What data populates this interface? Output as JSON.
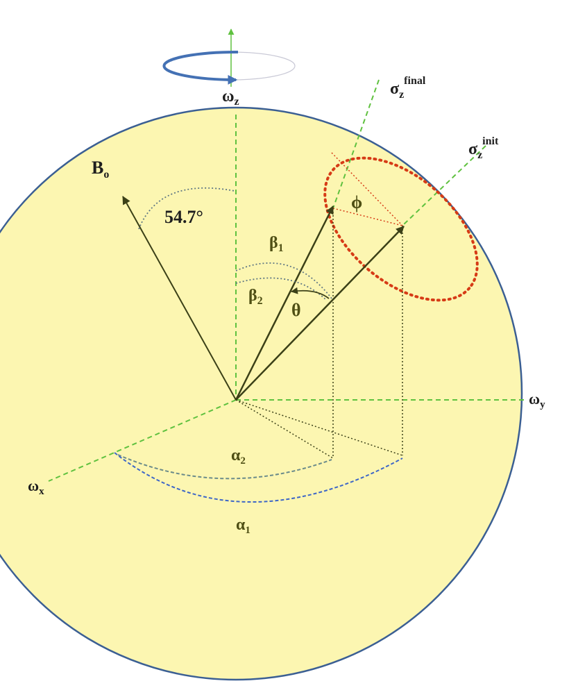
{
  "colors": {
    "sphere_fill": "#fcf6b1",
    "sphere_stroke": "#3b5f93",
    "axis_dash": "#5fc13f",
    "vector": "#3b4017",
    "cone_ellipse": "#d63b16",
    "rotation_arrow": "#4471b4",
    "arc_dotted": "#5f7783",
    "alpha2_arc": "#6b8b8a",
    "alpha1_arc": "#3d66c7"
  },
  "labels": {
    "omega_z": "ω",
    "omega_z_sub": "z",
    "omega_y": "ω",
    "omega_y_sub": "y",
    "omega_x": "ω",
    "omega_x_sub": "x",
    "b0": "B",
    "b0_sub": "o",
    "magic_angle": "54.7°",
    "sigma_final": "σ",
    "sigma_final_sub": "z",
    "sigma_final_sup": "final",
    "sigma_init": "σ",
    "sigma_init_sub": "z",
    "sigma_init_sup": "init",
    "phi": "ϕ",
    "beta1": "β",
    "beta1_sub": "1",
    "beta2": "β",
    "beta2_sub": "2",
    "theta": "θ",
    "alpha2": "α",
    "alpha2_sub": "2",
    "alpha1": "α",
    "alpha1_sub": "1"
  },
  "icons": {
    "rotation": "circular-arrow-icon"
  }
}
